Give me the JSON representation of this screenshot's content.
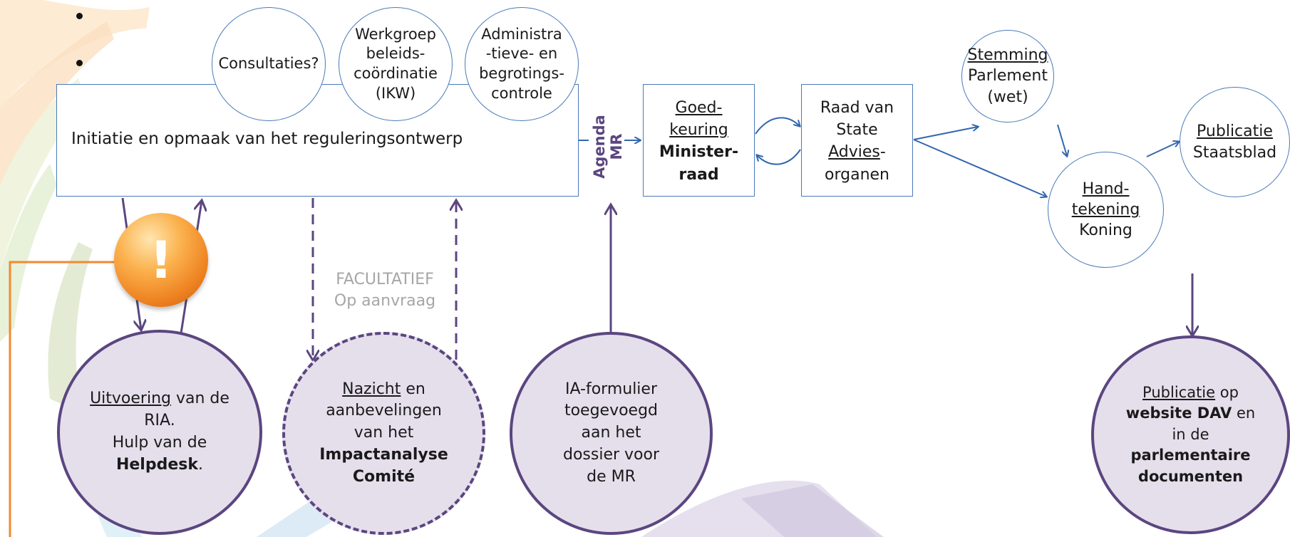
{
  "colors": {
    "box_border": "#4a7ab8",
    "arrow_blue": "#3366b0",
    "arrow_purple": "#5b4680",
    "circle_fill": "#e5dfec",
    "orange": "#f08a30",
    "facultatief_gray": "#a6a6a6"
  },
  "initiation": {
    "label": "Initiatie en opmaak van het reguleringsontwerp"
  },
  "top_circles": {
    "consultaties": "Consultaties?",
    "werkgroep": [
      "Werkgroep",
      "beleids-",
      "coördinatie",
      "(IKW)"
    ],
    "administratieve": [
      "Administra",
      "-tieve- en",
      "begrotings-",
      "controle"
    ]
  },
  "agenda": {
    "label": "Agenda MR"
  },
  "goedkeuring": {
    "line1": "Goed-",
    "line2": "keuring",
    "line3": "Minister-",
    "line4": "raad"
  },
  "raad": {
    "line1": "Raad van",
    "line2": "State",
    "line3_u": "Advies",
    "line3_rest": "-",
    "line4": "organen"
  },
  "stemming": {
    "line1": "Stemming",
    "line2": "Parlement",
    "line3": "(wet)"
  },
  "handtekening": {
    "line1": "Hand-",
    "line2": "tekening",
    "line3": "Koning"
  },
  "publicatie_top": {
    "line1": "Publicatie",
    "line2": "Staatsblad"
  },
  "facultatief": {
    "line1": "FACULTATIEF",
    "line2": "Op aanvraag"
  },
  "warning_icon": "exclamation-icon",
  "warning_symbol": "!",
  "uitvoering": {
    "u": "Uitvoering",
    "rest": " van de",
    "line2": "RIA.",
    "line3": "Hulp van de",
    "line4_b": "Helpdesk",
    "line4_rest": "."
  },
  "nazicht": {
    "u": "Nazicht",
    "rest": " en",
    "line2": "aanbevelingen",
    "line3": "van het",
    "line4_b": "Impactanalyse",
    "line5_b": "Comité"
  },
  "ia_form": {
    "line1": "IA-formulier",
    "line2": "toegevoegd",
    "line3": "aan het",
    "line4": "dossier voor",
    "line5": "de MR"
  },
  "publicatie_bottom": {
    "u": "Publicatie",
    "rest": " op",
    "line2_b": "website DAV",
    "line2_rest": " en",
    "line3": "in de",
    "line4_b": "parlementaire",
    "line5_b": "documenten"
  }
}
